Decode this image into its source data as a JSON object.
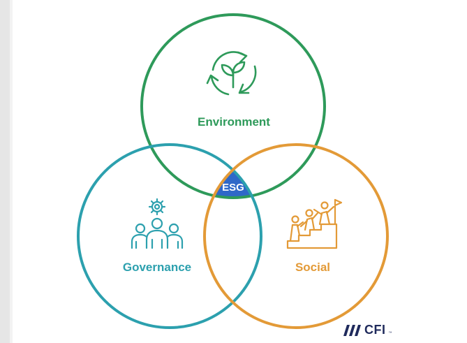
{
  "diagram": {
    "center_label": "ESG",
    "circles": [
      {
        "id": "environment",
        "label": "Environment",
        "icon": "recycle-leaf-icon",
        "color": "#2e9a5a"
      },
      {
        "id": "governance",
        "label": "Governance",
        "icon": "people-gear-icon",
        "color": "#2ca0ae"
      },
      {
        "id": "social",
        "label": "Social",
        "icon": "climbing-stairs-icon",
        "color": "#e39a37"
      }
    ],
    "center_color": "#2f68c8"
  },
  "logo": {
    "text": "CFI",
    "tm": "™",
    "color": "#1f2a5c"
  }
}
